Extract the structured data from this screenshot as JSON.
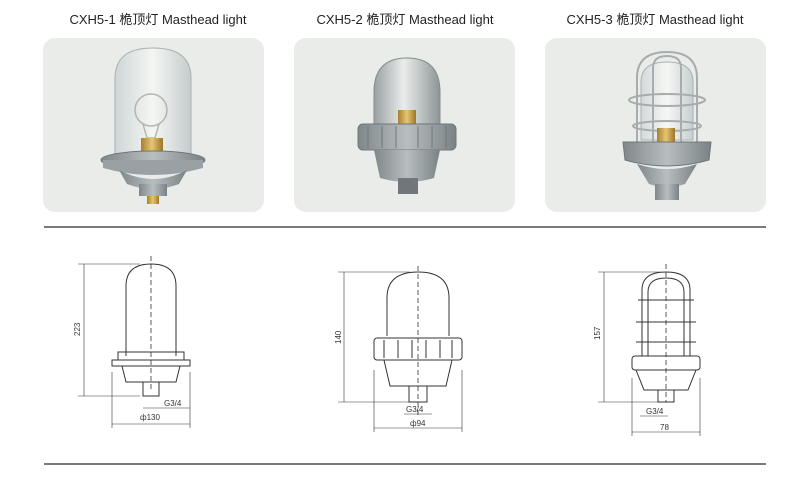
{
  "products": [
    {
      "title": "CXH5-1 桅顶灯 Masthead light",
      "height_dim": "223",
      "thread_dim": "G3/4",
      "width_dim": "ф130"
    },
    {
      "title": "CXH5-2 桅顶灯 Masthead light",
      "height_dim": "140",
      "thread_dim": "G3/4",
      "width_dim": "ф94"
    },
    {
      "title": "CXH5-3 桅顶灯 Masthead light",
      "height_dim": "157",
      "thread_dim": "G3/4",
      "width_dim": "78"
    }
  ],
  "colors": {
    "card_bg": "#e9ece9",
    "housing_gray": "#9aa1a4",
    "brass": "#c9a24a",
    "rule": "#7a7a7a"
  }
}
